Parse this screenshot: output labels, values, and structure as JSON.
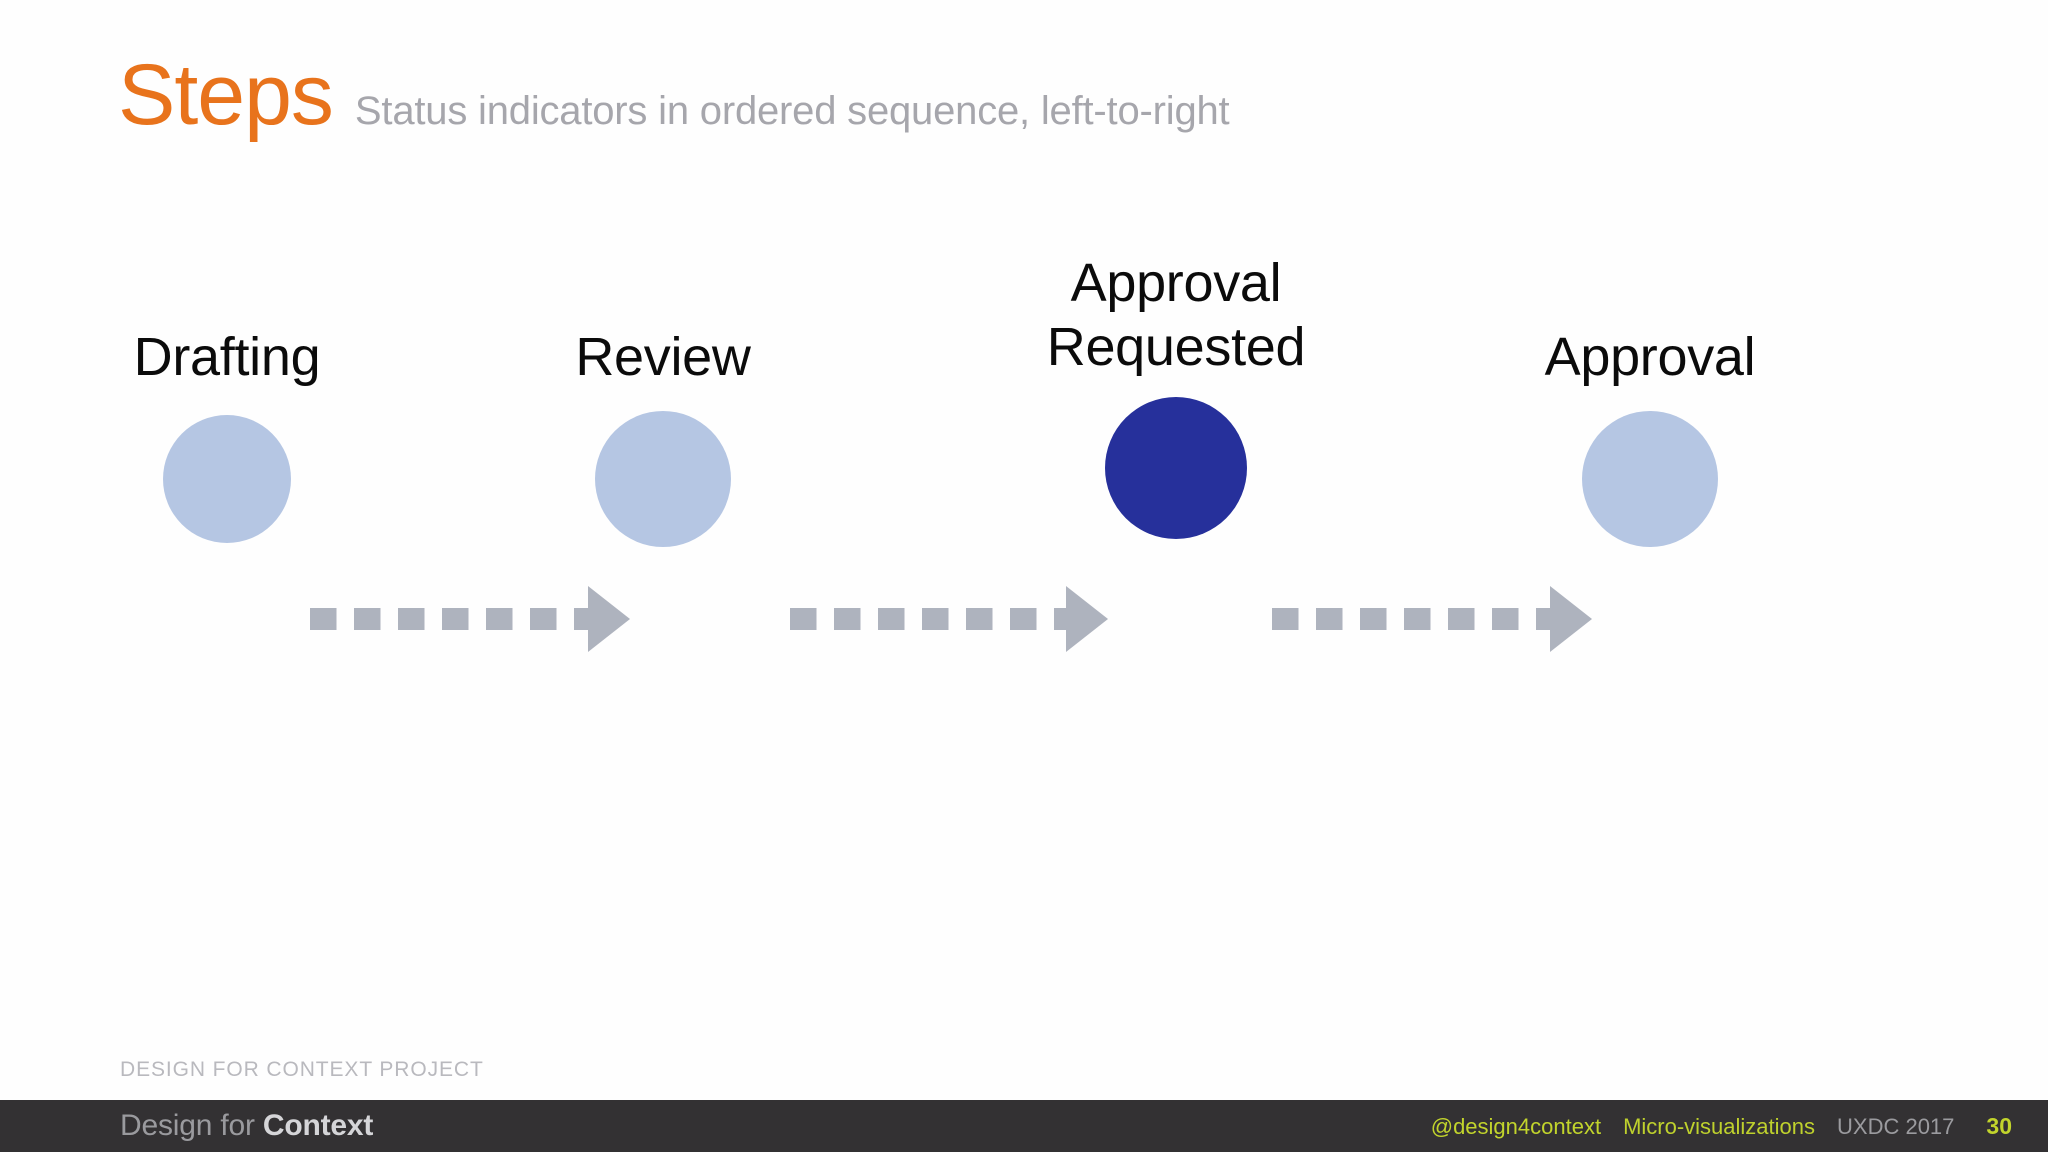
{
  "slide": {
    "title": "Steps",
    "subtitle": "Status indicators in ordered sequence, left-to-right",
    "title_color": "#E8731C",
    "subtitle_color": "#A6A6AC",
    "background_color": "#FEFEFE"
  },
  "diagram": {
    "type": "step-progress-indicator",
    "direction": "left-to-right",
    "pending_color": "#B5C6E3",
    "active_color": "#26309B",
    "connector_color": "#AEB3BE",
    "connector_style": "dashed-arrow",
    "steps": [
      {
        "label": "Drafting",
        "state": "pending"
      },
      {
        "label": "Review",
        "state": "pending"
      },
      {
        "label": "Approval\nRequested",
        "state": "active"
      },
      {
        "label": "Approval",
        "state": "pending"
      }
    ],
    "connectors": [
      {
        "from": "Drafting",
        "to": "Review"
      },
      {
        "from": "Review",
        "to": "Approval Requested"
      },
      {
        "from": "Approval Requested",
        "to": "Approval"
      }
    ]
  },
  "project_line": "DESIGN FOR CONTEXT PROJECT",
  "footer": {
    "brand_prefix": "Design for ",
    "brand_strong": "Context",
    "handle": "@design4context",
    "topic": "Micro-visualizations",
    "event": "UXDC 2017",
    "page_number": "30",
    "bar_color": "#333133",
    "accent_color": "#C2D42C"
  }
}
